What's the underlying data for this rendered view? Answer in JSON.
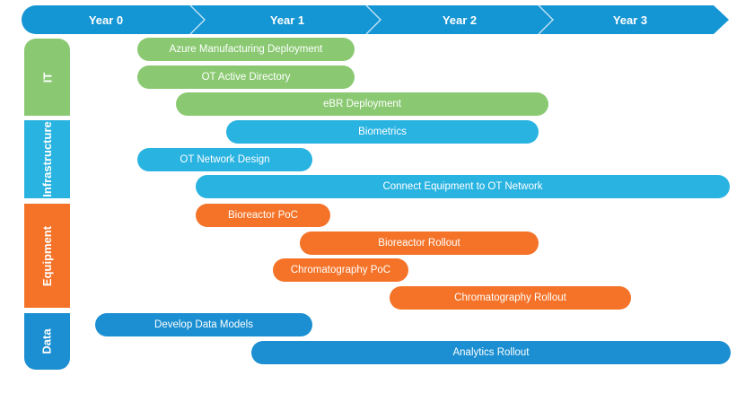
{
  "colors": {
    "header": "#1495d4",
    "it": "#8ac972",
    "infrastructure": "#29b3e1",
    "equipment": "#f47328",
    "data": "#1b8fd1"
  },
  "years": [
    "Year 0",
    "Year 1",
    "Year 2",
    "Year 3"
  ],
  "lanes": [
    {
      "label": "IT",
      "color": "it"
    },
    {
      "label": "Infrastructure",
      "color": "infrastructure"
    },
    {
      "label": "Equipment",
      "color": "equipment"
    },
    {
      "label": "Data",
      "color": "data"
    }
  ],
  "tasks": [
    {
      "label": "Azure Manufacturing Deployment",
      "lane": "it"
    },
    {
      "label": "OT Active Directory",
      "lane": "it"
    },
    {
      "label": "eBR Deployment",
      "lane": "it"
    },
    {
      "label": "Biometrics",
      "lane": "infrastructure"
    },
    {
      "label": "OT Network Design",
      "lane": "infrastructure"
    },
    {
      "label": "Connect Equipment to OT Network",
      "lane": "infrastructure"
    },
    {
      "label": "Bioreactor PoC",
      "lane": "equipment"
    },
    {
      "label": "Bioreactor Rollout",
      "lane": "equipment"
    },
    {
      "label": "Chromatography PoC",
      "lane": "equipment"
    },
    {
      "label": "Chromatography Rollout",
      "lane": "equipment"
    },
    {
      "label": "Develop Data Models",
      "lane": "data"
    },
    {
      "label": "Analytics Rollout",
      "lane": "data"
    }
  ]
}
